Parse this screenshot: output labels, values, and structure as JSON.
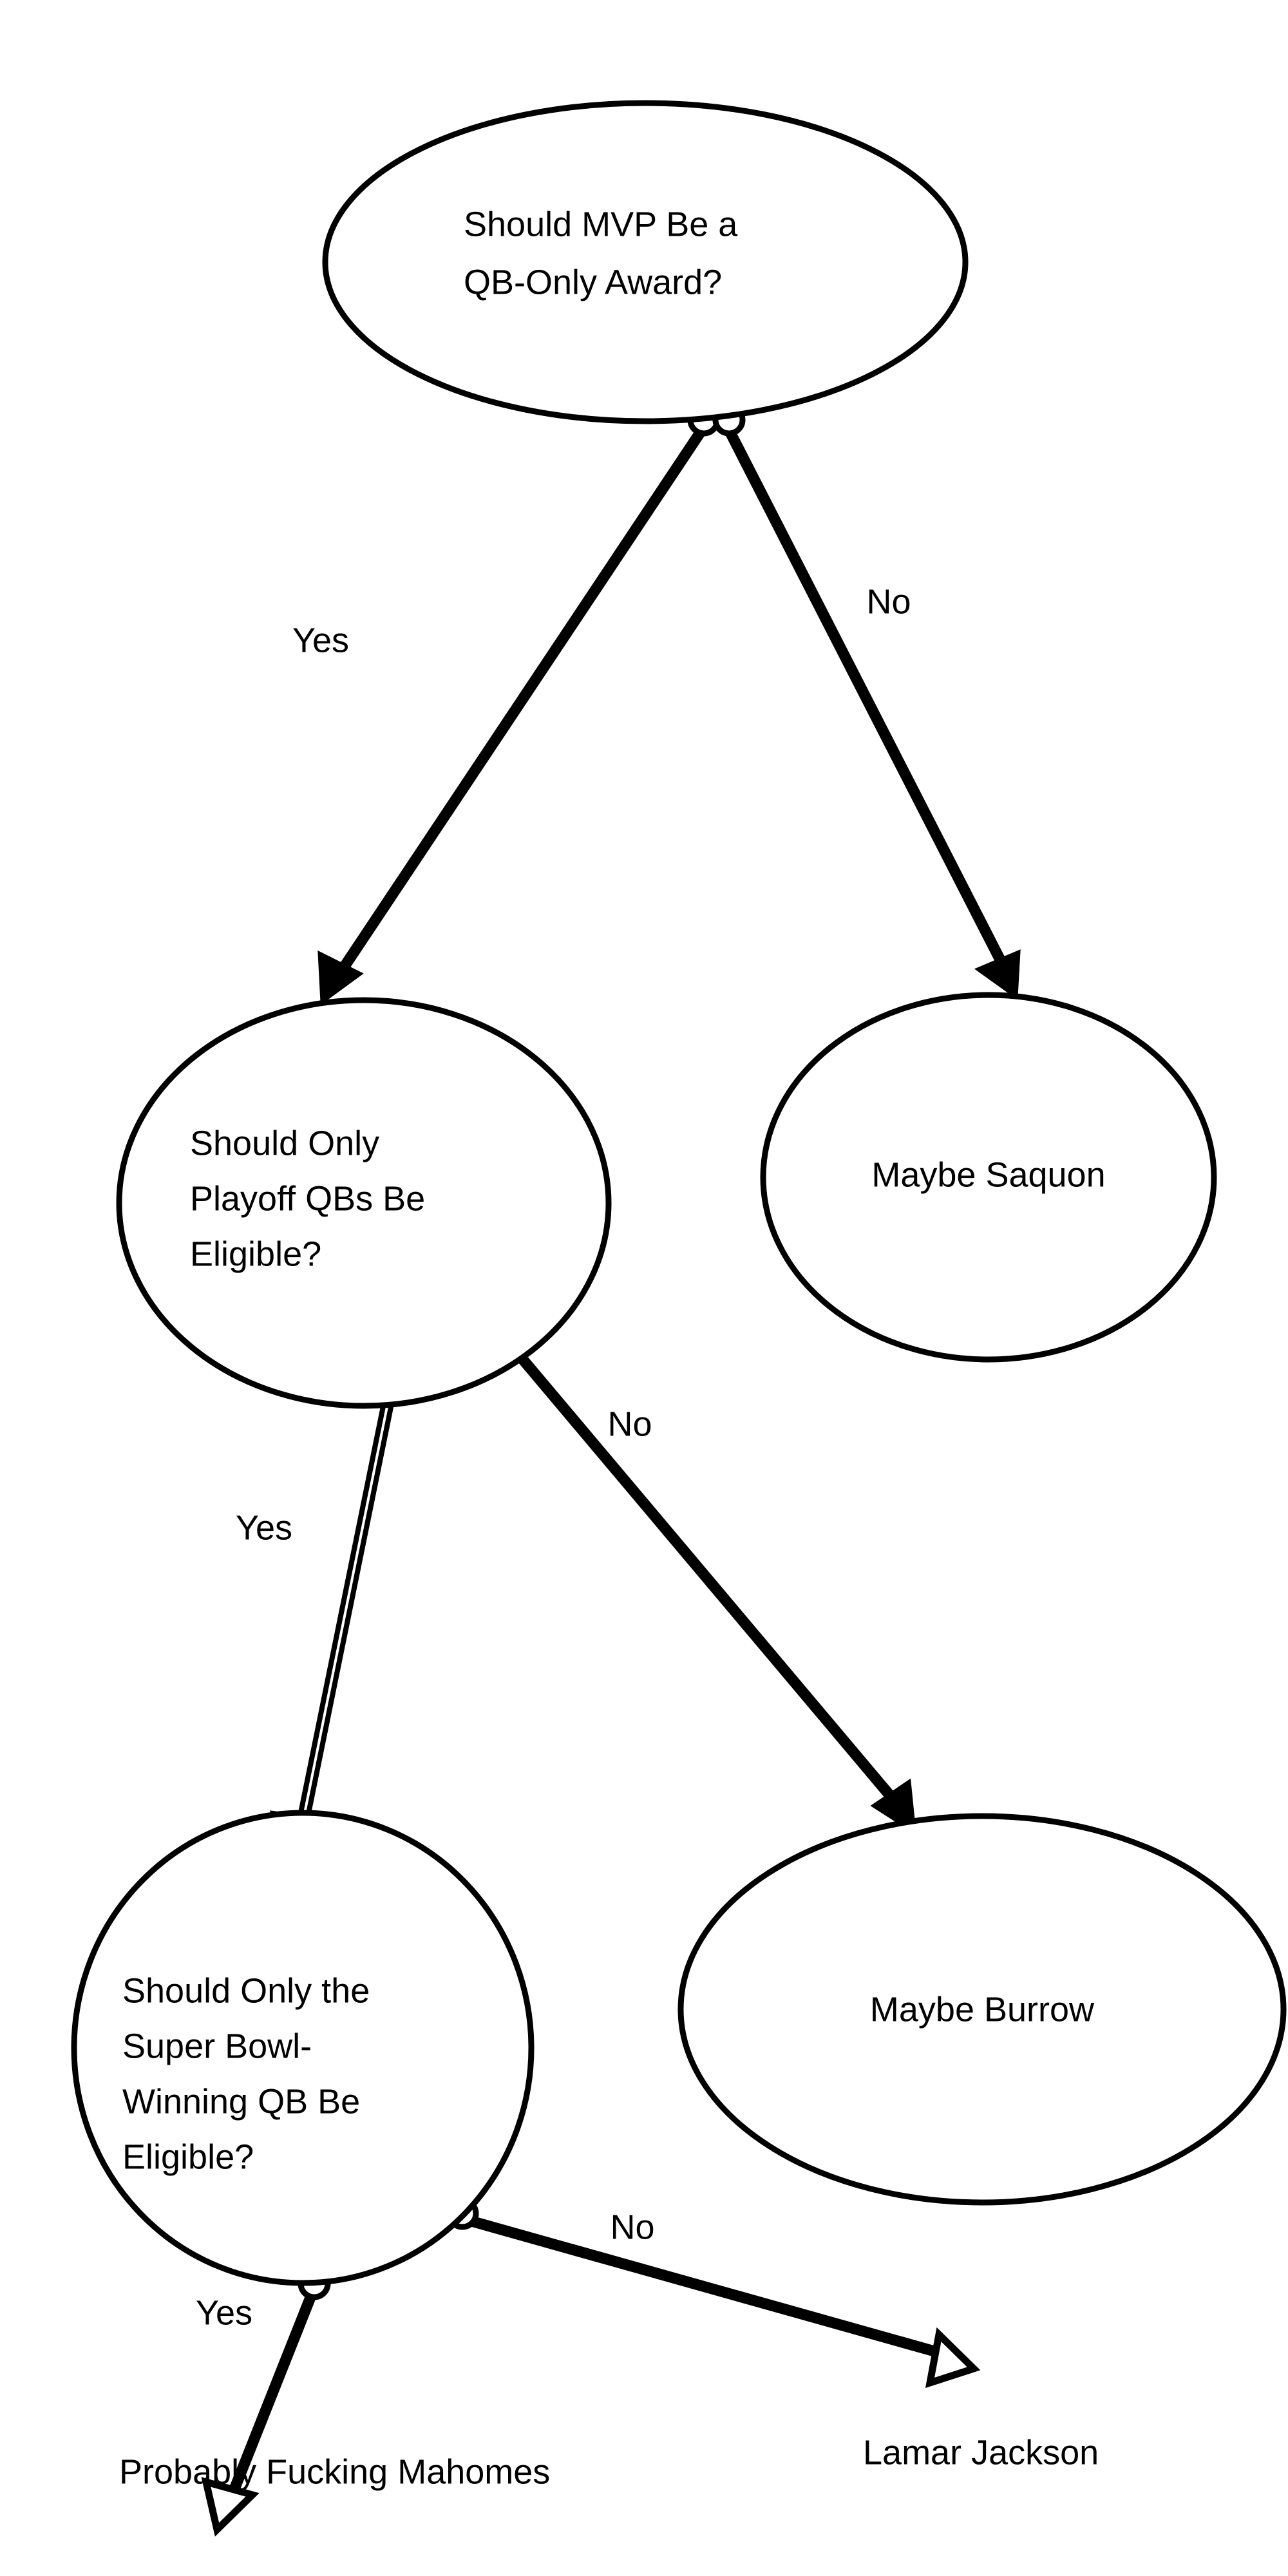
{
  "diagram": {
    "title": "Should MVP Be a QB-Only Award?",
    "type": "decision-tree-flowchart",
    "background_color": "#ffffff",
    "stroke_color": "#000000",
    "nodes": [
      {
        "id": "root",
        "shape": "ellipse",
        "lines": [
          "Should MVP Be a",
          "QB-Only Award?"
        ],
        "line1": "Should MVP Be a",
        "line2": "QB-Only Award?"
      },
      {
        "id": "playoff",
        "shape": "ellipse",
        "lines": [
          "Should Only",
          "Playoff QBs Be",
          "Eligible?"
        ],
        "line1": "Should Only",
        "line2": "Playoff QBs Be",
        "line3": "Eligible?"
      },
      {
        "id": "saquon",
        "shape": "ellipse",
        "lines": [
          "Maybe Saquon"
        ],
        "line1": "Maybe Saquon"
      },
      {
        "id": "superbowl",
        "shape": "ellipse",
        "lines": [
          "Should Only the",
          "Super Bowl-",
          "Winning QB Be",
          "Eligible?"
        ],
        "line1": "Should Only the",
        "line2": "Super Bowl-",
        "line3": "Winning QB Be",
        "line4": "Eligible?"
      },
      {
        "id": "burrow",
        "shape": "ellipse",
        "lines": [
          "Maybe Burrow"
        ],
        "line1": "Maybe Burrow"
      },
      {
        "id": "mahomes",
        "shape": "text",
        "lines": [
          "Probably Fucking Mahomes"
        ],
        "line1": "Probably Fucking Mahomes"
      },
      {
        "id": "lamar",
        "shape": "text",
        "lines": [
          "Lamar Jackson"
        ],
        "line1": "Lamar Jackson"
      }
    ],
    "edges": [
      {
        "id": "root-yes",
        "from": "root",
        "to": "playoff",
        "label": "Yes"
      },
      {
        "id": "root-no",
        "from": "root",
        "to": "saquon",
        "label": "No"
      },
      {
        "id": "playoff-yes",
        "from": "playoff",
        "to": "superbowl",
        "label": "Yes"
      },
      {
        "id": "playoff-no",
        "from": "playoff",
        "to": "burrow",
        "label": "No"
      },
      {
        "id": "superbowl-yes",
        "from": "superbowl",
        "to": "mahomes",
        "label": "Yes"
      },
      {
        "id": "superbowl-no",
        "from": "superbowl",
        "to": "lamar",
        "label": "No"
      }
    ]
  }
}
